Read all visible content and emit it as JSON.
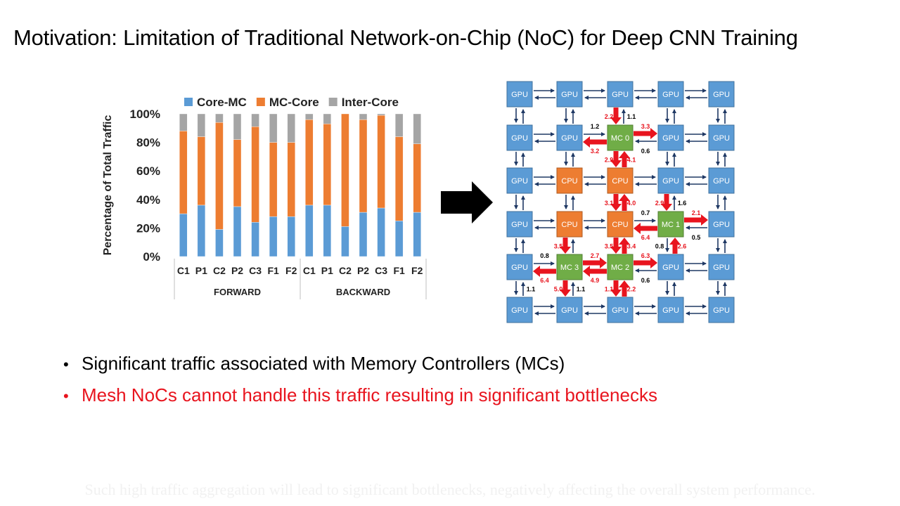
{
  "slide": {
    "title": "Motivation: Limitation of Traditional Network-on-Chip (NoC) for Deep CNN Training",
    "bullets": [
      "Significant traffic associated with Memory Controllers (MCs)",
      "Mesh NoCs cannot handle this traffic resulting in significant bottlenecks"
    ],
    "caption": "Such high traffic aggregation will lead to significant bottlenecks, negatively affecting the overall system performance."
  },
  "colors": {
    "core_mc": "#5b9bd5",
    "mc_core": "#ed7d31",
    "inter_core": "#a5a5a5",
    "gpu": "#5b9bd5",
    "cpu": "#ed7d31",
    "mc": "#70ad47",
    "hot_link": "#e8141e",
    "link": "#1f3864"
  },
  "chart_data": {
    "type": "bar",
    "stacked": true,
    "ylabel": "Percentage of Total Traffic",
    "ylim": [
      0,
      100
    ],
    "yticks": [
      "0%",
      "20%",
      "40%",
      "60%",
      "80%",
      "100%"
    ],
    "legend_position": "top",
    "categories": [
      "C1",
      "P1",
      "C2",
      "P2",
      "C3",
      "F1",
      "F2",
      "C1",
      "P1",
      "C2",
      "P2",
      "C3",
      "F1",
      "F2"
    ],
    "groups": [
      {
        "label": "FORWARD",
        "count": 7
      },
      {
        "label": "BACKWARD",
        "count": 7
      }
    ],
    "series": [
      {
        "name": "Core-MC",
        "color_key": "core_mc",
        "values": [
          30,
          36,
          19,
          35,
          24,
          28,
          28,
          36,
          36,
          21,
          31,
          34,
          25,
          31
        ]
      },
      {
        "name": "MC-Core",
        "color_key": "mc_core",
        "values": [
          58,
          48,
          75,
          47,
          67,
          52,
          52,
          60,
          57,
          79,
          65,
          65,
          59,
          48
        ]
      },
      {
        "name": "Inter-Core",
        "color_key": "inter_core",
        "values": [
          12,
          16,
          6,
          18,
          9,
          20,
          20,
          4,
          7,
          0,
          4,
          1,
          16,
          21
        ]
      }
    ]
  },
  "mesh": {
    "rows": [
      [
        "GPU",
        "GPU",
        "GPU",
        "GPU",
        "GPU"
      ],
      [
        "GPU",
        "GPU",
        "MC 0",
        "GPU",
        "GPU"
      ],
      [
        "GPU",
        "CPU",
        "CPU",
        "GPU",
        "GPU"
      ],
      [
        "GPU",
        "CPU",
        "CPU",
        "MC 1",
        "GPU"
      ],
      [
        "GPU",
        "MC 3",
        "MC 2",
        "GPU",
        "GPU"
      ],
      [
        "GPU",
        "GPU",
        "GPU",
        "GPU",
        "GPU"
      ]
    ],
    "flows": [
      {
        "from": [
          0,
          2
        ],
        "to": [
          1,
          2
        ],
        "hot": true,
        "label": "2.2"
      },
      {
        "from": [
          1,
          2
        ],
        "to": [
          0,
          2
        ],
        "hot": false,
        "label": "1.1"
      },
      {
        "from": [
          1,
          1
        ],
        "to": [
          1,
          2
        ],
        "hot": false,
        "label": "1.2"
      },
      {
        "from": [
          1,
          2
        ],
        "to": [
          1,
          1
        ],
        "hot": true,
        "label": "3.2"
      },
      {
        "from": [
          1,
          2
        ],
        "to": [
          1,
          3
        ],
        "hot": true,
        "label": "3.3"
      },
      {
        "from": [
          1,
          3
        ],
        "to": [
          1,
          2
        ],
        "hot": false,
        "label": "0.6"
      },
      {
        "from": [
          1,
          2
        ],
        "to": [
          2,
          2
        ],
        "hot": true,
        "label": "2.9"
      },
      {
        "from": [
          2,
          2
        ],
        "to": [
          1,
          2
        ],
        "hot": true,
        "label": "4.1"
      },
      {
        "from": [
          2,
          2
        ],
        "to": [
          3,
          2
        ],
        "hot": true,
        "label": "3.1"
      },
      {
        "from": [
          3,
          2
        ],
        "to": [
          2,
          2
        ],
        "hot": true,
        "label": "4.0"
      },
      {
        "from": [
          2,
          3
        ],
        "to": [
          3,
          3
        ],
        "hot": true,
        "label": "2.9"
      },
      {
        "from": [
          3,
          3
        ],
        "to": [
          2,
          3
        ],
        "hot": false,
        "label": "1.6"
      },
      {
        "from": [
          3,
          2
        ],
        "to": [
          3,
          3
        ],
        "hot": false,
        "label": "0.7"
      },
      {
        "from": [
          3,
          3
        ],
        "to": [
          3,
          2
        ],
        "hot": true,
        "label": "6.4"
      },
      {
        "from": [
          3,
          3
        ],
        "to": [
          3,
          4
        ],
        "hot": true,
        "label": "2.1"
      },
      {
        "from": [
          3,
          4
        ],
        "to": [
          3,
          3
        ],
        "hot": false,
        "label": "0.5"
      },
      {
        "from": [
          3,
          1
        ],
        "to": [
          4,
          1
        ],
        "hot": true,
        "label": "3.5"
      },
      {
        "from": [
          4,
          1
        ],
        "to": [
          4,
          2
        ],
        "hot": true,
        "label": "2.7"
      },
      {
        "from": [
          4,
          2
        ],
        "to": [
          4,
          1
        ],
        "hot": true,
        "label": "4.9"
      },
      {
        "from": [
          3,
          2
        ],
        "to": [
          4,
          2
        ],
        "hot": true,
        "label": "3.5"
      },
      {
        "from": [
          4,
          2
        ],
        "to": [
          3,
          2
        ],
        "hot": true,
        "label": "3.4"
      },
      {
        "from": [
          4,
          2
        ],
        "to": [
          4,
          3
        ],
        "hot": true,
        "label": "6.3"
      },
      {
        "from": [
          4,
          3
        ],
        "to": [
          4,
          2
        ],
        "hot": false,
        "label": "0.6"
      },
      {
        "from": [
          4,
          3
        ],
        "to": [
          3,
          3
        ],
        "hot": true,
        "label": "2.6"
      },
      {
        "from": [
          3,
          3
        ],
        "to": [
          4,
          3
        ],
        "hot": false,
        "label": "0.8"
      },
      {
        "from": [
          4,
          1
        ],
        "to": [
          4,
          0
        ],
        "hot": true,
        "label": "6.4"
      },
      {
        "from": [
          4,
          0
        ],
        "to": [
          4,
          1
        ],
        "hot": false,
        "label": "0.8"
      },
      {
        "from": [
          4,
          1
        ],
        "to": [
          5,
          1
        ],
        "hot": true,
        "label": "5.0"
      },
      {
        "from": [
          5,
          1
        ],
        "to": [
          4,
          1
        ],
        "hot": false,
        "label": "1.1"
      },
      {
        "from": [
          5,
          2
        ],
        "to": [
          4,
          2
        ],
        "hot": true,
        "label": "2.2"
      },
      {
        "from": [
          4,
          2
        ],
        "to": [
          5,
          2
        ],
        "hot": true,
        "label": "1.1"
      },
      {
        "from": [
          5,
          0
        ],
        "to": [
          4,
          0
        ],
        "hot": false,
        "label": "1.1"
      }
    ]
  }
}
